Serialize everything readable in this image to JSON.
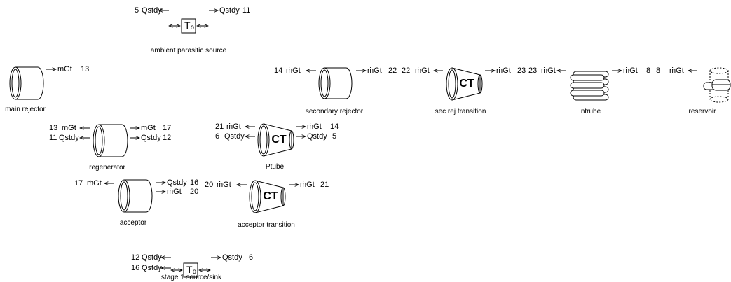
{
  "components": {
    "ambient_parasitic_source": {
      "label": "ambient parasitic source",
      "symbol": "T₀"
    },
    "main_rejector": {
      "label": "main rejector"
    },
    "secondary_rejector": {
      "label": "secondary rejector"
    },
    "sec_rej_transition": {
      "label": "sec rej transition",
      "symbol": "CT"
    },
    "ntrube": {
      "label": "ntrube"
    },
    "reservoir": {
      "label": "reservoir"
    },
    "regenerator": {
      "label": "regenerator"
    },
    "ptube": {
      "label": "Ptube",
      "symbol": "CT"
    },
    "acceptor": {
      "label": "acceptor"
    },
    "acceptor_transition": {
      "label": "acceptor transition",
      "symbol": "CT"
    },
    "stage1_source_sink": {
      "label": "stage 1 source/sink",
      "symbol": "T₀"
    }
  },
  "quantities": {
    "mdot": "ṁGt",
    "qstdy": "Qstdy"
  },
  "nodes": {
    "ambient": {
      "left": "5",
      "right": "11"
    },
    "main_rejector": {
      "right": "13"
    },
    "secondary_rejector": {
      "left": "14",
      "right": "22"
    },
    "sec_rej_transition": {
      "left": "22",
      "right": "23"
    },
    "ntrube": {
      "left": "23",
      "right": "8"
    },
    "reservoir": {
      "left": "8"
    },
    "regenerator": {
      "left_top": "13",
      "left_bottom": "11",
      "right_top": "17",
      "right_bottom": "12"
    },
    "ptube": {
      "left_top": "21",
      "left_bottom": "6",
      "right_top": "14",
      "right_bottom": "5"
    },
    "acceptor": {
      "left": "17",
      "right_top": "16",
      "right_bottom": "20"
    },
    "acceptor_transition": {
      "left": "20",
      "right": "21"
    },
    "stage1": {
      "left_top": "12",
      "left_bottom": "16",
      "right": "6"
    }
  }
}
